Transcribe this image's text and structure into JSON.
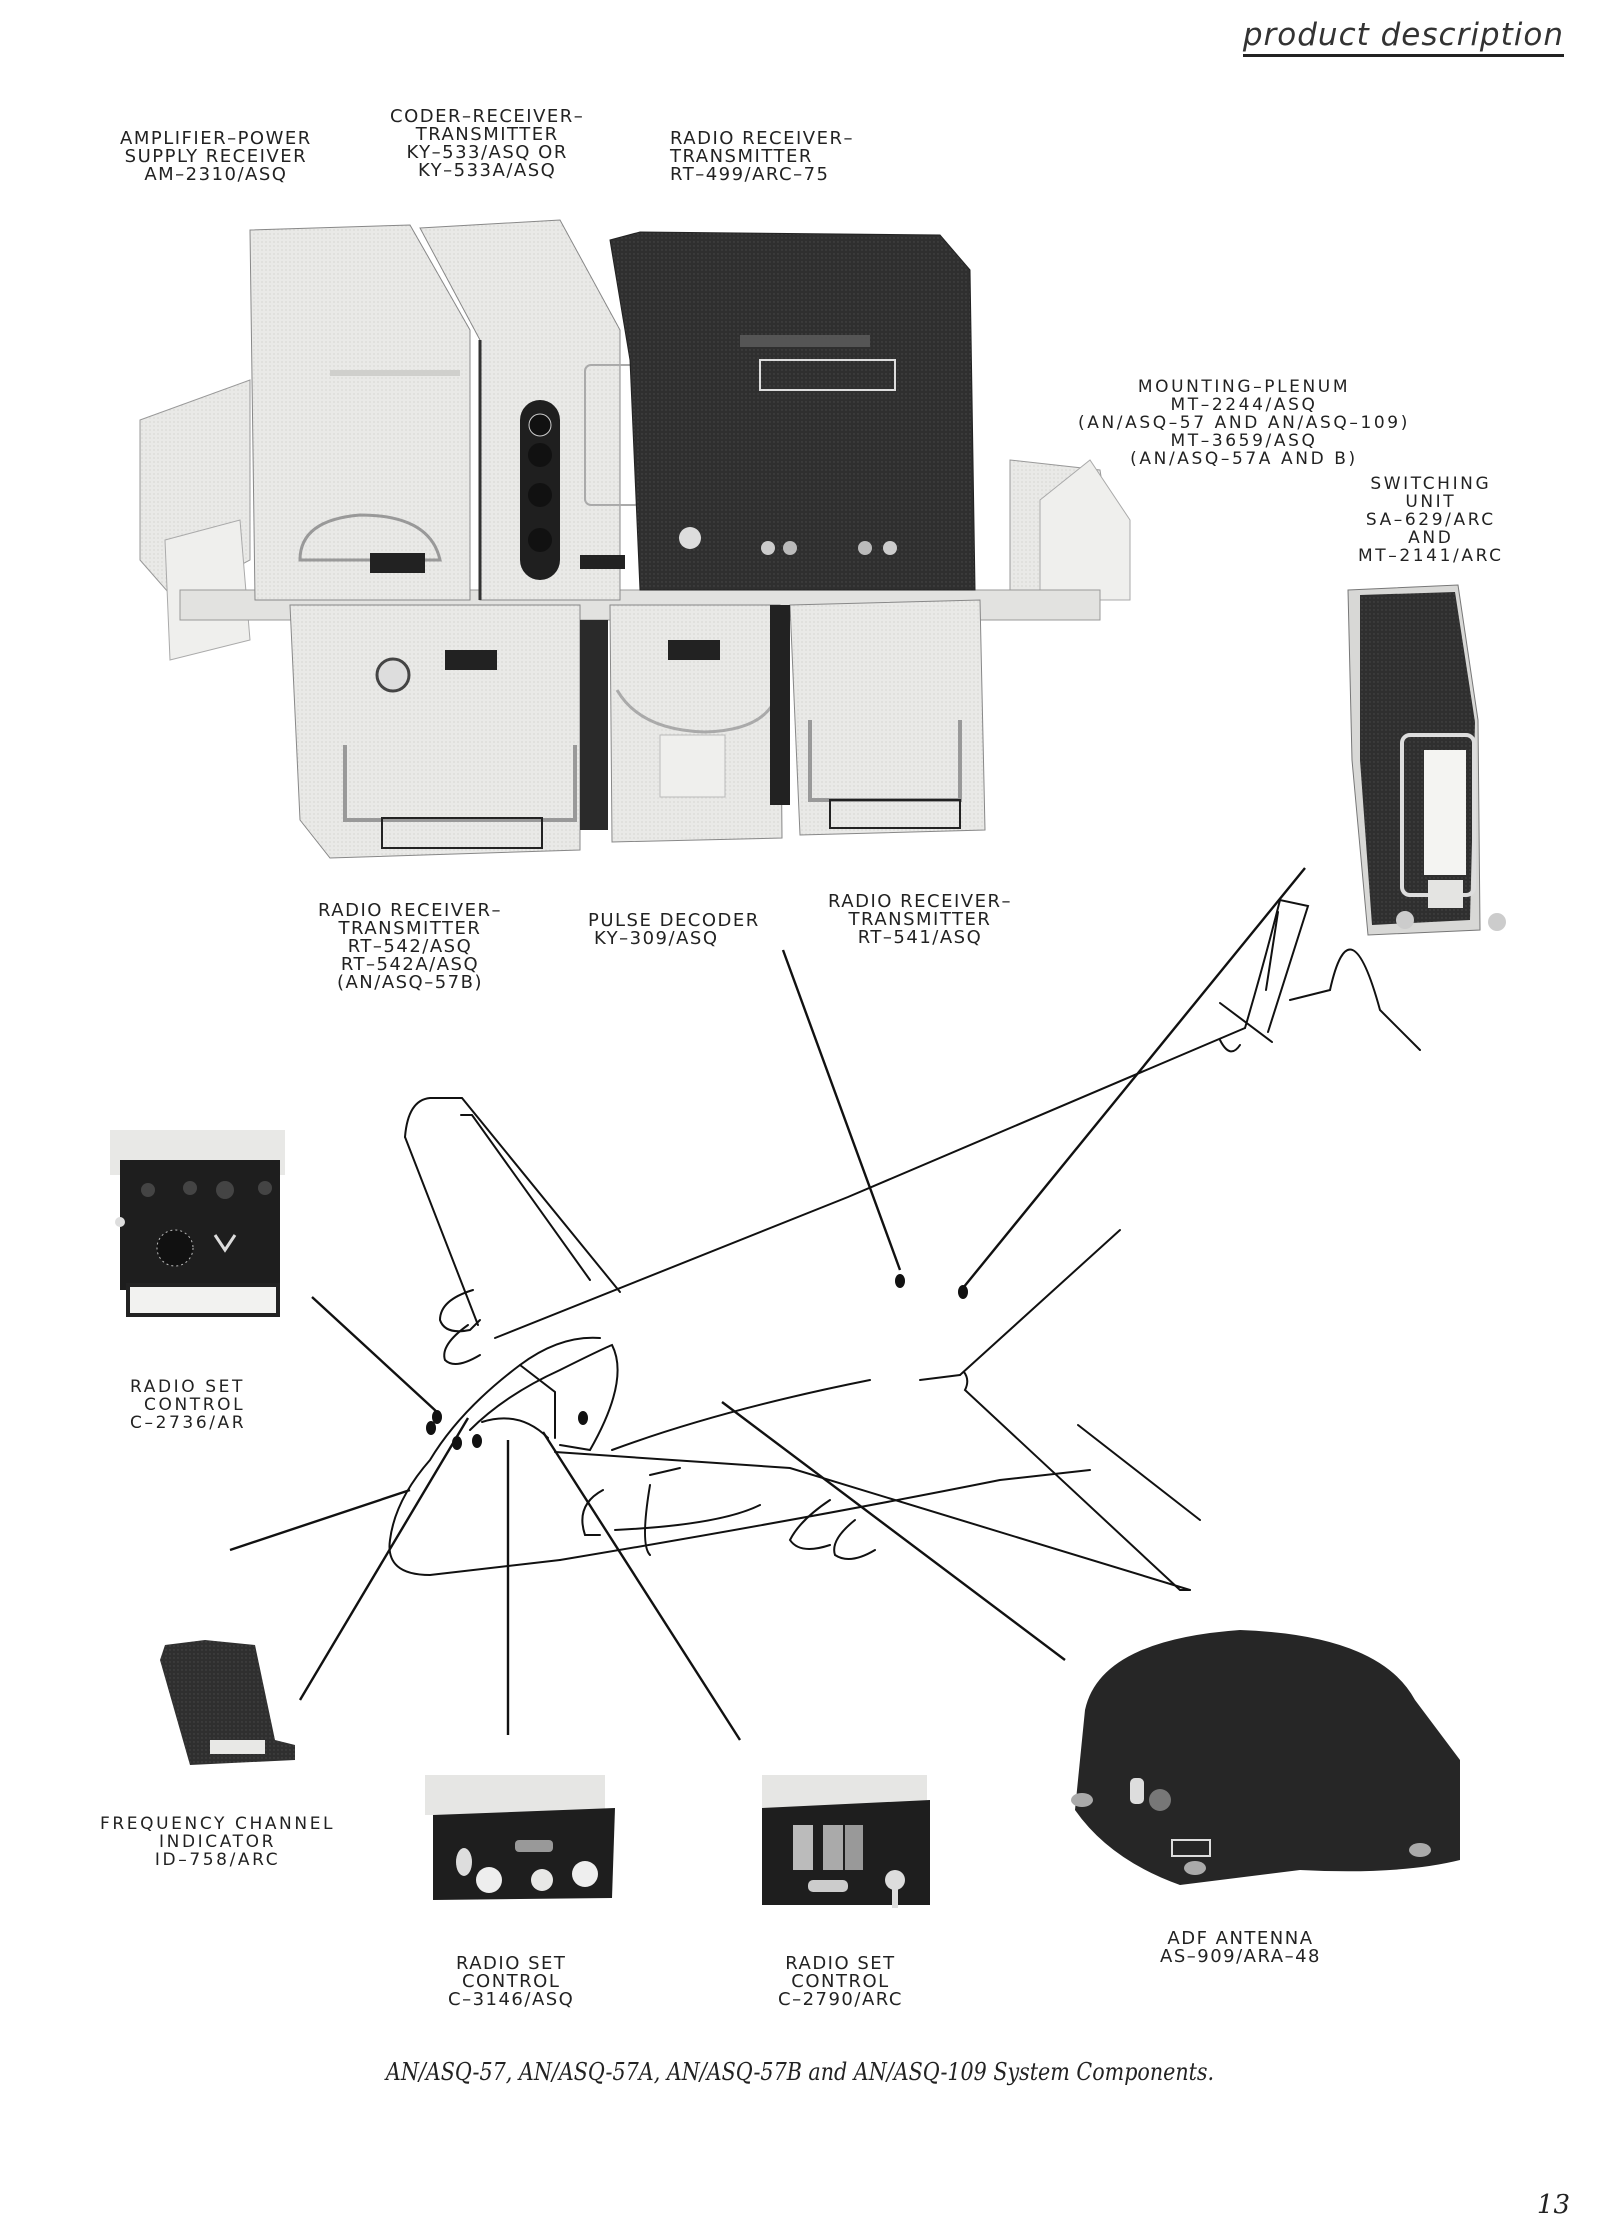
{
  "header": {
    "section_title": "product description"
  },
  "components": {
    "amp_power_supply": {
      "lines": [
        "AMPLIFIER–POWER",
        "SUPPLY RECEIVER",
        "AM–2310/ASQ"
      ]
    },
    "coder_rt": {
      "lines": [
        "CODER–RECEIVER–",
        "TRANSMITTER",
        "KY–533/ASQ OR",
        "KY–533A/ASQ"
      ]
    },
    "rt_499": {
      "lines": [
        "RADIO RECEIVER–",
        "TRANSMITTER",
        "RT–499/ARC–75"
      ]
    },
    "mounting_plenum": {
      "lines": [
        "MOUNTING–PLENUM",
        "MT–2244/ASQ",
        "(AN/ASQ–57 AND AN/ASQ–109)",
        "MT–3659/ASQ",
        "(AN/ASQ–57A AND B)"
      ]
    },
    "switching_unit": {
      "lines": [
        "SWITCHING",
        "UNIT",
        "SA–629/ARC",
        "AND",
        "MT–2141/ARC"
      ]
    },
    "rt_542": {
      "lines": [
        "RADIO RECEIVER–",
        "TRANSMITTER",
        "RT–542/ASQ",
        "RT–542A/ASQ",
        "(AN/ASQ–57B)"
      ]
    },
    "pulse_decoder": {
      "lines": [
        "PULSE DECODER",
        "KY–309/ASQ"
      ]
    },
    "rt_541": {
      "lines": [
        "RADIO RECEIVER–",
        "TRANSMITTER",
        "RT–541/ASQ"
      ]
    },
    "c_2736": {
      "lines": [
        "RADIO SET",
        "CONTROL",
        "C–2736/AR"
      ]
    },
    "id_758": {
      "lines": [
        "FREQUENCY CHANNEL",
        "INDICATOR",
        "ID–758/ARC"
      ]
    },
    "c_3146": {
      "lines": [
        "RADIO SET",
        "CONTROL",
        "C–3146/ASQ"
      ]
    },
    "c_2790": {
      "lines": [
        "RADIO SET",
        "CONTROL",
        "C–2790/ARC"
      ]
    },
    "adf_antenna": {
      "lines": [
        "ADF ANTENNA",
        "AS–909/ARA–48"
      ]
    }
  },
  "figure": {
    "caption": "AN/ASQ-57, AN/ASQ-57A, AN/ASQ-57B and AN/ASQ-109 System Components."
  },
  "footer": {
    "page_number": "13"
  },
  "colors": {
    "ink": "#1a1a1a",
    "equipment_light": "#e6e6e4",
    "equipment_dark": "#2b2b2b",
    "paper": "#ffffff"
  }
}
